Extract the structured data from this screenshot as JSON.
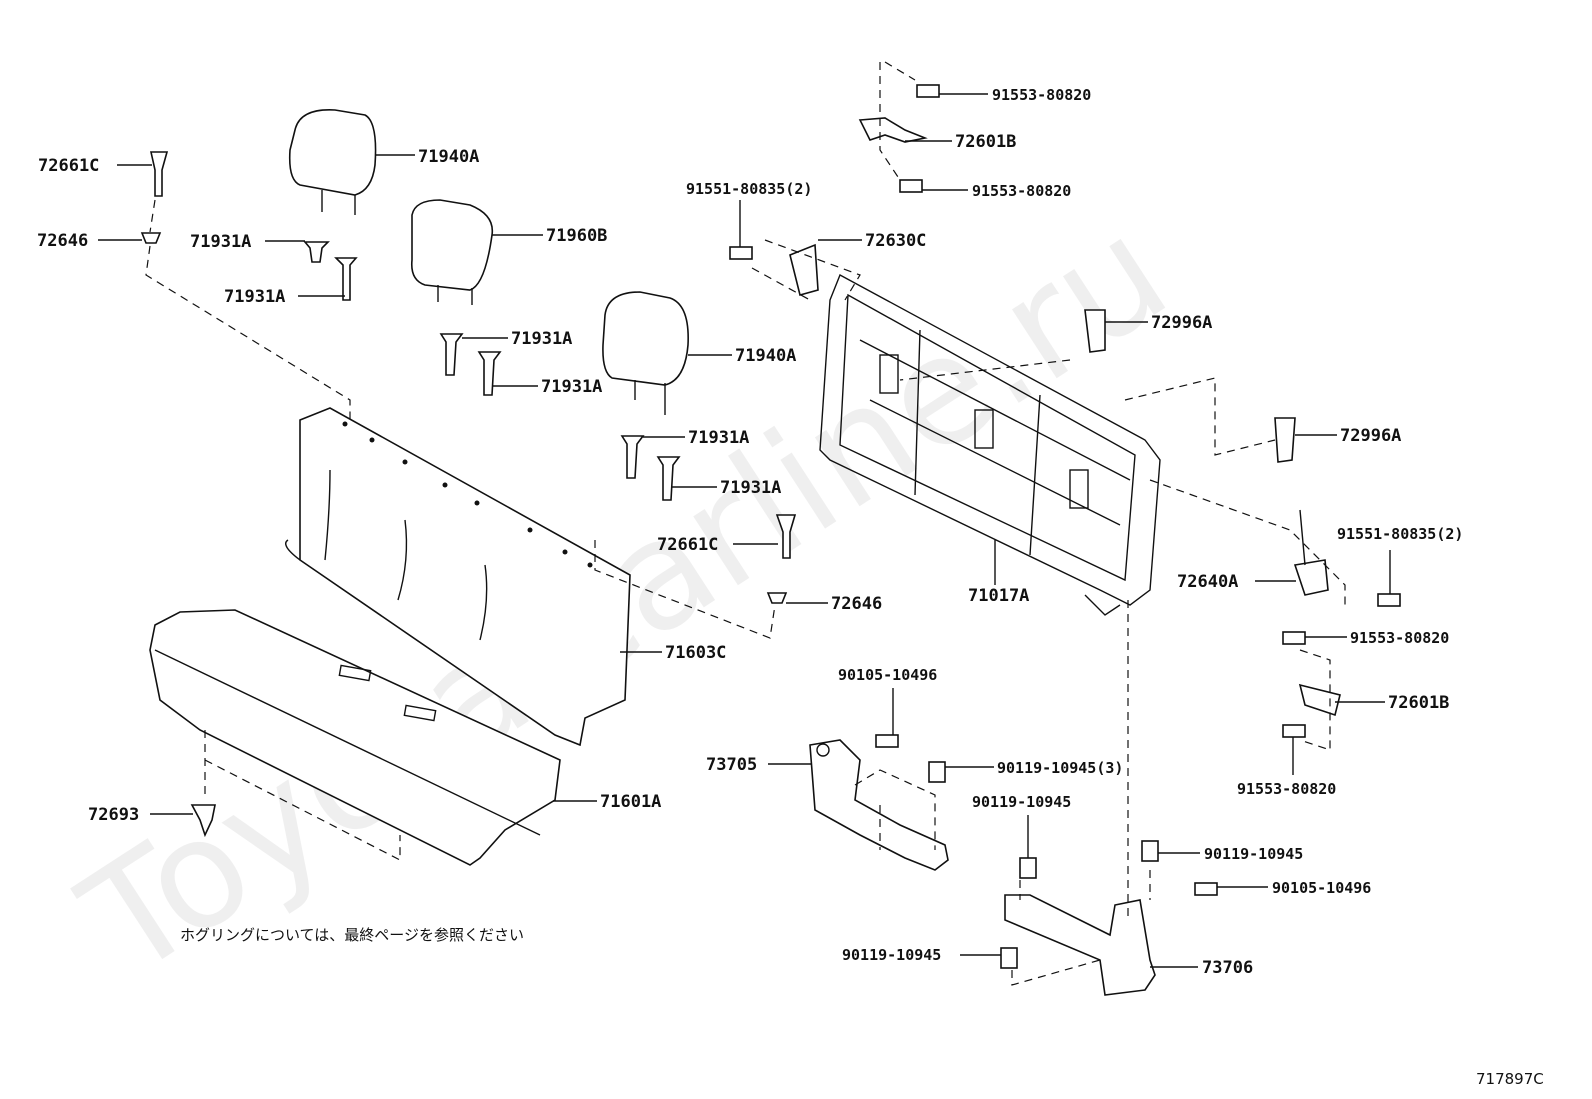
{
  "watermark": "Toyota.carline.ru",
  "figure_code": "717897C",
  "note": "ホグリングについては、最終ページを参照ください",
  "callouts": {
    "c72661C_a": "72661C",
    "c72646_a": "72646",
    "c71940A_a": "71940A",
    "c71931A_a": "71931A",
    "c71931A_b": "71931A",
    "c71960B": "71960B",
    "c71931A_c": "71931A",
    "c71931A_d": "71931A",
    "c71940A_b": "71940A",
    "c71931A_e": "71931A",
    "c71931A_f": "71931A",
    "c72661C_b": "72661C",
    "c72646_b": "72646",
    "c71603C": "71603C",
    "c71601A": "71601A",
    "c72693": "72693",
    "c91553_a": "91553-80820",
    "c72601B_a": "72601B",
    "c91553_b": "91553-80820",
    "c91551_a": "91551-80835(2)",
    "c72630C": "72630C",
    "c72996A_a": "72996A",
    "c72996A_b": "72996A",
    "c71017A": "71017A",
    "c91551_b": "91551-80835(2)",
    "c72640A": "72640A",
    "c91553_c": "91553-80820",
    "c72601B_b": "72601B",
    "c91553_d": "91553-80820",
    "c90105_a": "90105-10496",
    "c73705": "73705",
    "c90119_a": "90119-10945(3)",
    "c90119_b": "90119-10945",
    "c90119_c": "90119-10945",
    "c90105_b": "90105-10496",
    "c90119_d": "90119-10945",
    "c73706": "73706"
  }
}
